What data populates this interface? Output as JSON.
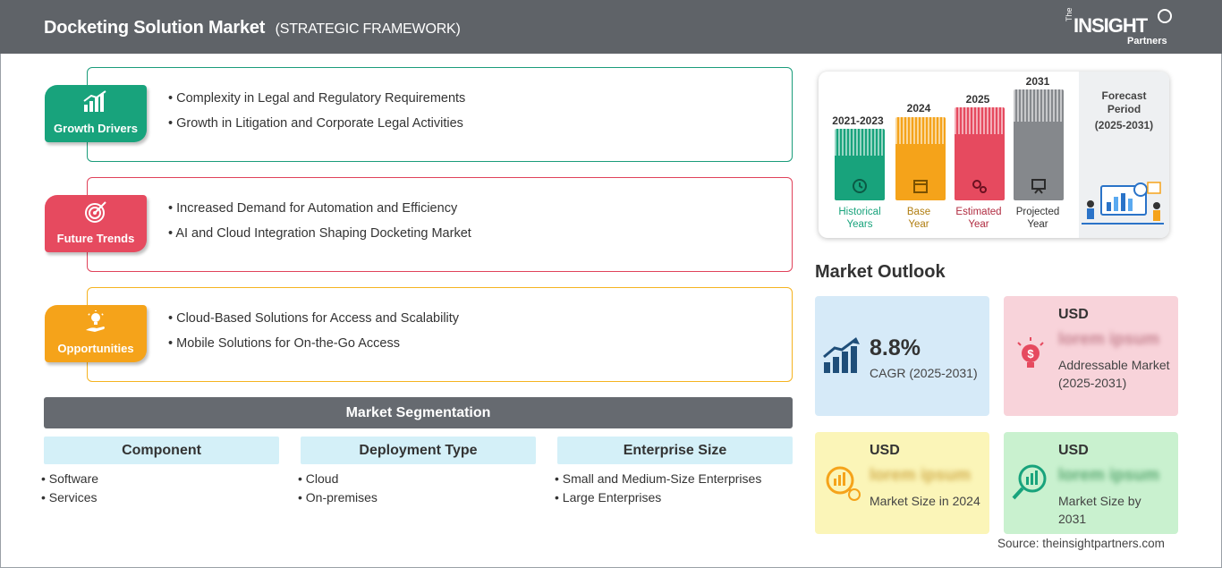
{
  "header": {
    "title": "Docketing Solution Market",
    "subtitle": "(STRATEGIC FRAMEWORK)",
    "logo": {
      "the": "The",
      "insight": "INSIGHT",
      "partners": "Partners"
    }
  },
  "cards": [
    {
      "label": "Growth Drivers",
      "icon": "growth-chart-icon",
      "color": "#18a37c",
      "items": [
        "Complexity in Legal and Regulatory Requirements",
        "Growth in Litigation and Corporate Legal Activities"
      ]
    },
    {
      "label": "Future Trends",
      "icon": "target-icon",
      "color": "#e64a5f",
      "items": [
        "Increased Demand for Automation and Efficiency",
        "AI and Cloud Integration Shaping Docketing Market"
      ]
    },
    {
      "label": "Opportunities",
      "icon": "lightbulb-hand-icon",
      "color": "#f5a31a",
      "items": [
        "Cloud-Based Solutions for Access and Scalability",
        "Mobile Solutions for On-the-Go Access"
      ]
    }
  ],
  "segmentation": {
    "title": "Market Segmentation",
    "columns": [
      {
        "header": "Component",
        "items": [
          "Software",
          "Services"
        ]
      },
      {
        "header": "Deployment Type",
        "items": [
          "Cloud",
          "On-premises"
        ]
      },
      {
        "header": "Enterprise Size",
        "items": [
          "Small and Medium-Size Enterprises",
          "Large Enterprises"
        ]
      }
    ]
  },
  "timeline": {
    "bars": [
      {
        "year": "2021-2023",
        "label_line1": "Historical",
        "label_line2": "Years",
        "color": "#18a37c",
        "year_color": "#18a37c",
        "icon": "history-icon"
      },
      {
        "year": "2024",
        "label_line1": "Base",
        "label_line2": "Year",
        "color": "#f5a31a",
        "year_color": "#b07d10",
        "icon": "calendar-icon"
      },
      {
        "year": "2025",
        "label_line1": "Estimated",
        "label_line2": "Year",
        "color": "#e64a5f",
        "year_color": "#b02b40",
        "icon": "gears-icon"
      },
      {
        "year": "2031",
        "label_line1": "Projected",
        "label_line2": "Year",
        "color": "#85888c",
        "year_color": "#333333",
        "icon": "presentation-icon"
      }
    ],
    "forecast_title_line1": "Forecast",
    "forecast_title_line2": "Period",
    "forecast_range": "(2025-2031)"
  },
  "outlook": {
    "title": "Market Outlook",
    "cagr": {
      "value": "8.8%",
      "label": "CAGR (2025-2031)",
      "color": "#d6eaf8"
    },
    "addressable": {
      "usd": "USD",
      "value": "lorem ipsum",
      "label": "Addressable Market (2025-2031)",
      "color": "#f8d3da"
    },
    "size_2024": {
      "usd": "USD",
      "value": "lorem ipsum",
      "label": "Market Size in 2024",
      "color": "#fbf5b8"
    },
    "size_2031": {
      "usd": "USD",
      "value": "lorem ipsum",
      "label": "Market Size by 2031",
      "color": "#c9f1cf"
    }
  },
  "source": "Source: theinsightpartners.com"
}
